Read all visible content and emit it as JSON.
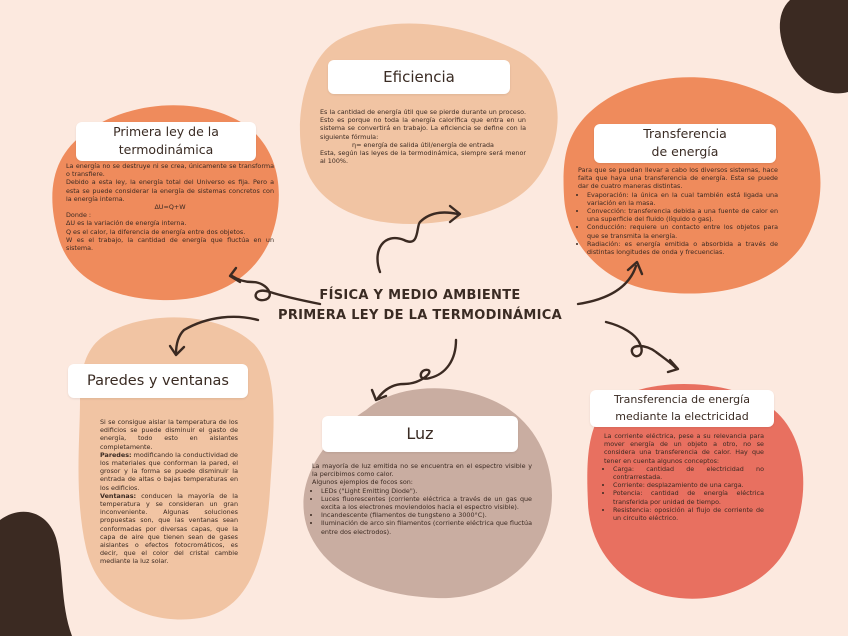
{
  "center": {
    "line1": "FÍSICA Y MEDIO AMBIENTE",
    "line2": "PRIMERA LEY DE LA TERMODINÁMICA"
  },
  "colors": {
    "background": "#fce9df",
    "peach": "#f1c4a3",
    "orange": "#ef8b5c",
    "coral": "#e87060",
    "taupe": "#c9ada1",
    "dark_brown": "#3b2a22"
  },
  "eficiencia": {
    "title": "Eficiencia",
    "text1": "Es la cantidad de energía útil que se pierde durante un proceso. Esto es porque no toda la energía calorífica que entra en un sistema se convertirá en trabajo. La eficiencia se define con la siguiente fórmula:",
    "formula": "η= energía de salida útil/energía de entrada",
    "text2": "Esta, según las leyes de la termodinámica, siempre será menor al 100%."
  },
  "primera_ley": {
    "title_line1": "Primera ley de la",
    "title_line2": "termodinámica",
    "text1": "La energía no se destruye ni se crea, únicamente se transforma o transfiere.",
    "text2": "Debido a esta ley, la energía total del Universo es fija. Pero a esta se puede considerar la energía de sistemas concretos con la energía interna.",
    "formula": "ΔU=Q+W",
    "donde": "Donde :",
    "line_u": "ΔU es la variación de energía interna.",
    "line_q": "Q es el calor, la diferencia de energía entre dos objetos.",
    "line_w": "W es el trabajo, la cantidad de energía que fluctúa en un sistema."
  },
  "transferencia": {
    "title_line1": "Transferencia",
    "title_line2": "de energía",
    "intro": "Para que se puedan llevar a cabo los diversos sistemas, hace falta que haya una transferencia de energía. Esta se puede dar de cuatro maneras distintas.",
    "items": [
      "Evaporación: la única en la cual también está ligada una variación en la masa.",
      "Convección: transferencia debida a una fuente de calor en una superficie del fluido (líquido o gas).",
      "Conducción: requiere un contacto entre los objetos para que se transmita la energía.",
      "Radiación: es energía emitida o absorbida a través de distintas longitudes de onda y frecuencias."
    ]
  },
  "paredes": {
    "title": "Paredes y ventanas",
    "p1": "Si se consigue aislar la temperatura de los edificios se puede disminuir el gasto de energía, todo esto en aislantes completamente.",
    "paredes_label": "Paredes:",
    "paredes_text": "modificando la conductividad de los materiales que conforman la pared, el grosor y la forma se puede disminuir la entrada de altas o bajas temperaturas en los edificios.",
    "ventanas_label": "Ventanas:",
    "ventanas_text": "conducen la mayoría de la temperatura y se consideran un gran inconveniente. Algunas soluciones propuestas son, que las ventanas sean conformadas por diversas capas, que la capa de aire que tienen sean de gases aislantes o efectos fotocromáticos, es decir, que el color del cristal cambie mediante la luz solar."
  },
  "luz": {
    "title": "Luz",
    "intro": "La mayoría de luz emitida no se encuentra en el espectro visible y la percibimos como calor.",
    "ejemplos": "Algunos ejemplos de focos son:",
    "items": [
      "LEDs (\"Light Emitting Diode\").",
      "Luces fluorescentes (corriente eléctrica a través de un gas que excita a los electrones moviendolos hacia el espectro visible).",
      "Incandescente (filamentos de tungsteno a 3000°C).",
      "Iluminación de arco sin filamentos (corriente eléctrica que fluctúa entre dos electrodos)."
    ]
  },
  "electricidad": {
    "title_line1": "Transferencia de energía",
    "title_line2": "mediante la electricidad",
    "intro": "La corriente eléctrica, pese a su relevancia para mover energía de un objeto a otro, no se considera una transferencia de calor. Hay que tener en cuenta algunos conceptos:",
    "items": [
      "Carga: cantidad de electricidad no contrarrestada.",
      "Corriente: desplazamiento de una carga.",
      "Potencia: cantidad de energía eléctrica transferida por unidad de tiempo.",
      "Resistencia: oposición al flujo de corriente de un circuito eléctrico."
    ]
  }
}
